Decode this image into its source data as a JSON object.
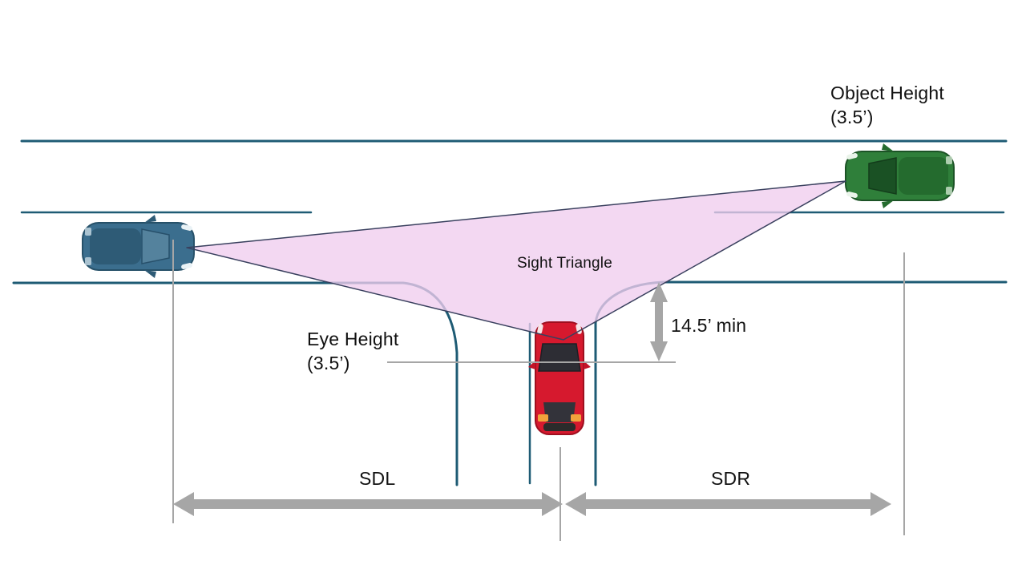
{
  "diagram": {
    "labels": {
      "object_height": {
        "line1": "Object Height",
        "line2": "(3.5’)"
      },
      "eye_height": {
        "line1": "Eye Height",
        "line2": "(3.5’)"
      },
      "sight_triangle": "Sight Triangle",
      "min_clearance": "14.5’ min",
      "sdl": "SDL",
      "sdr": "SDR"
    },
    "colors": {
      "road_line": "#1E5B74",
      "sight_triangle_fill": "#F0CDEE",
      "sight_triangle_border": "#39405E",
      "dimension_gray": "#A6A6A6",
      "text": "#111111",
      "blue_car": "#3B6E8E",
      "green_car": "#2F7F3A",
      "red_car": "#D6192E"
    },
    "icons": {
      "blue_car": "car-top-view-blue",
      "green_car": "car-top-view-green",
      "red_car": "car-top-view-red"
    }
  }
}
